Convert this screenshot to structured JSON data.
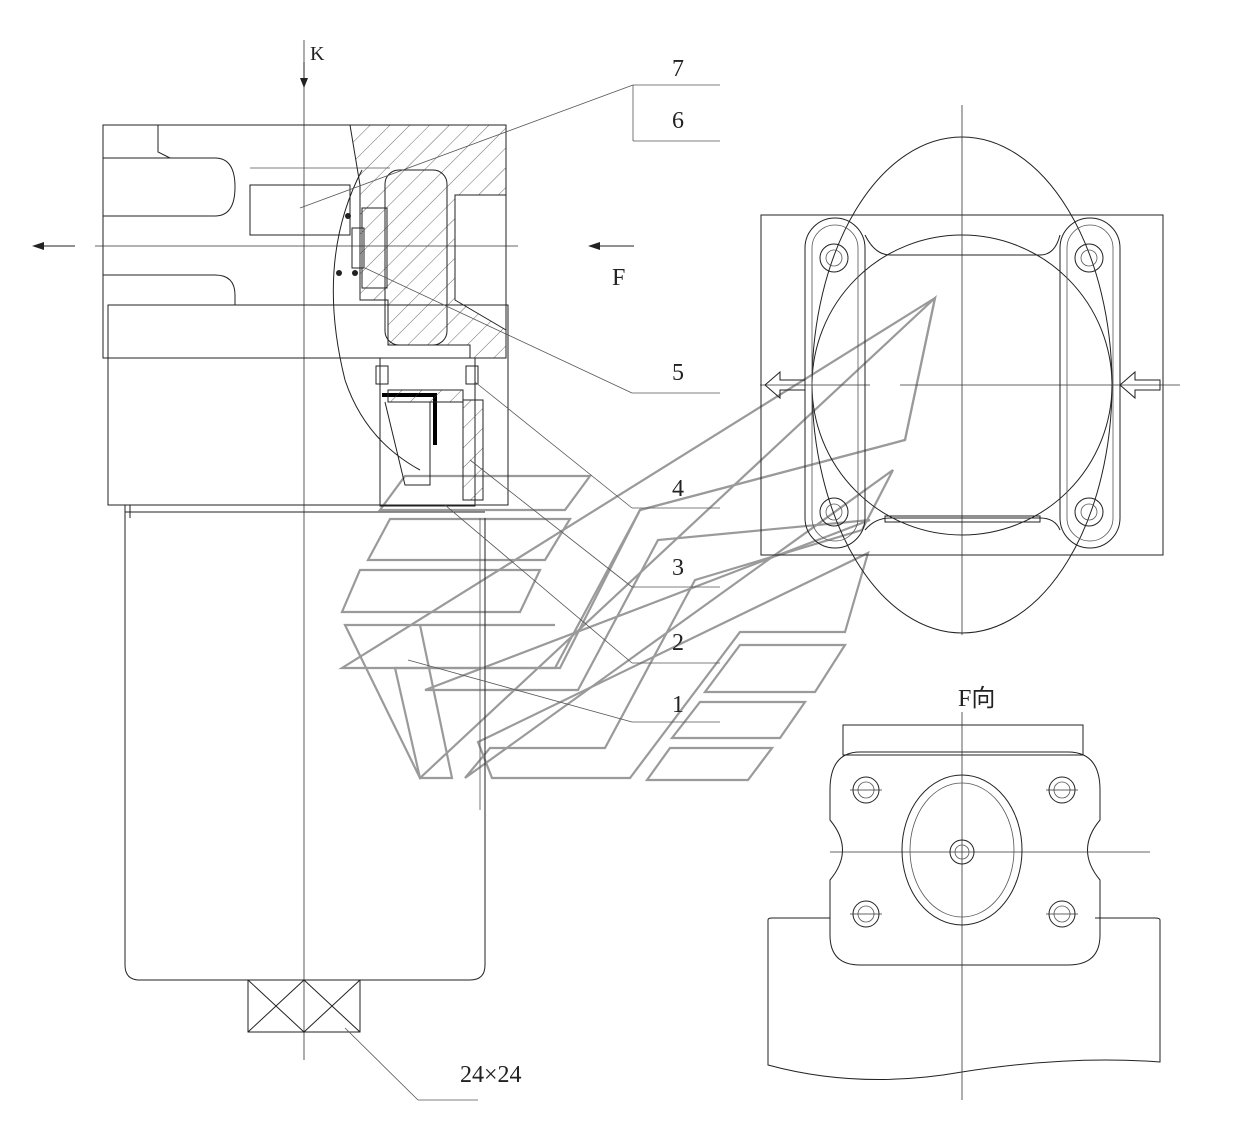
{
  "drawing": {
    "callouts": [
      "7",
      "6",
      "5",
      "4",
      "3",
      "2",
      "1"
    ],
    "section_letter_k": "K",
    "direction_letter_f": "F",
    "view_f_label": "F向",
    "wrench_size": "24×24"
  }
}
